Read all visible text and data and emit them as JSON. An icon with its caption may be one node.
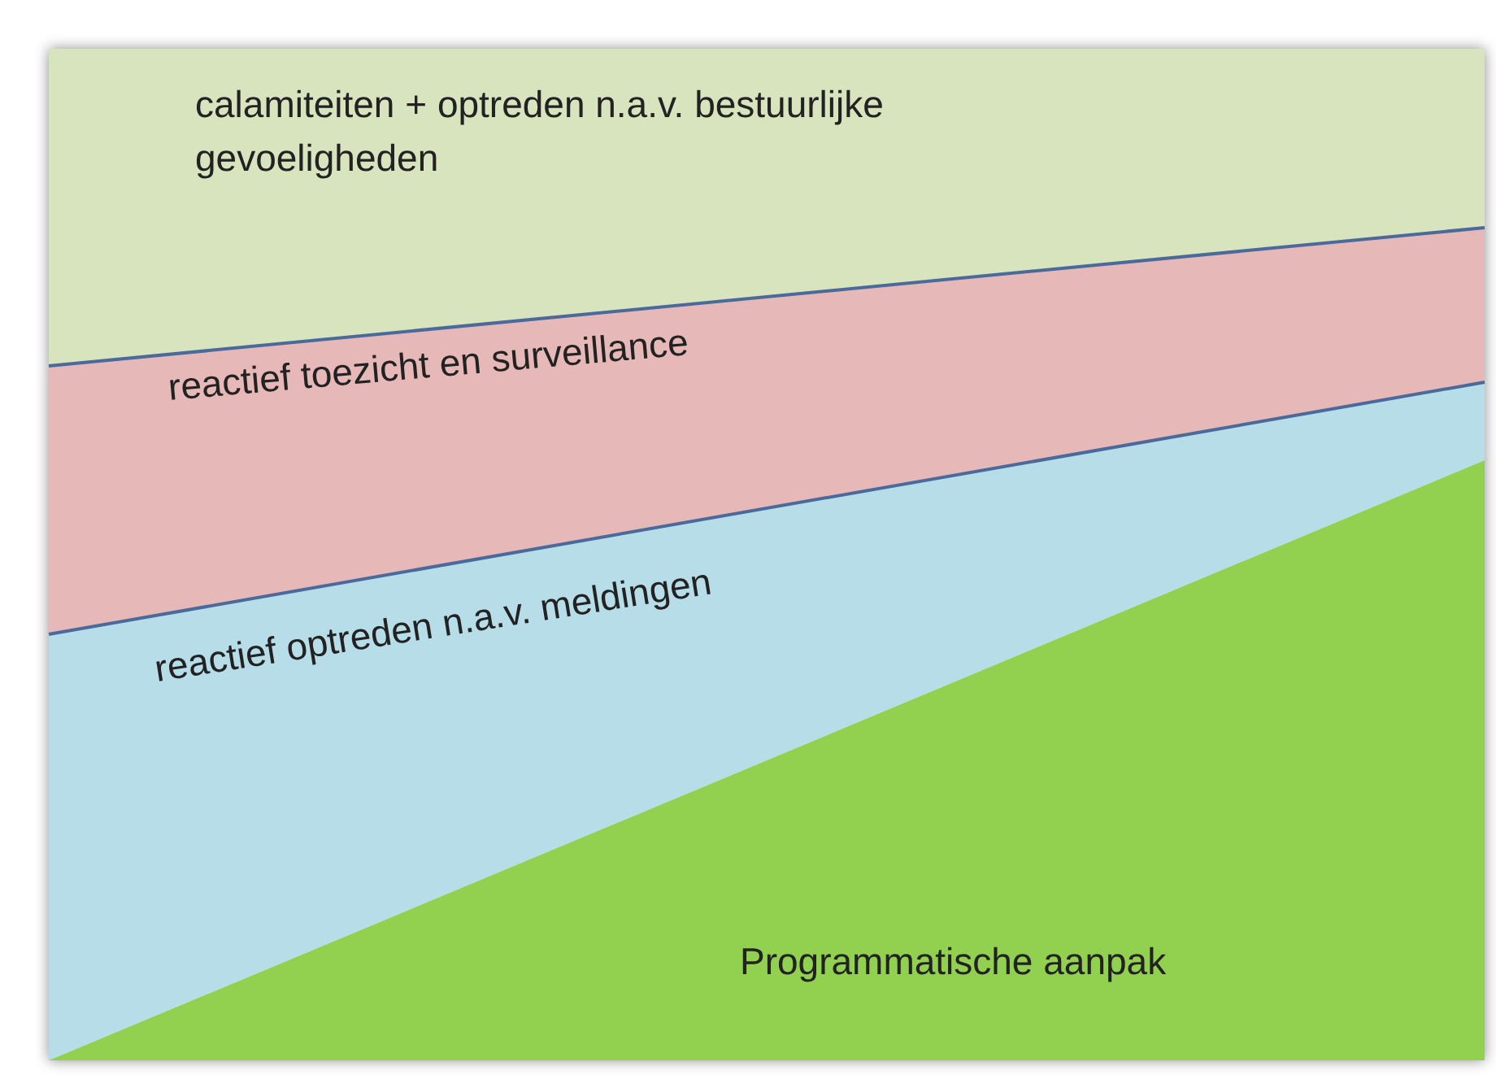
{
  "diagram": {
    "nodes": [
      {
        "text": [
          "calamiteiten + optreden n.a.v. bestuurlijke gevoeligheden"
        ]
      },
      {
        "text": [
          "reactief toezicht en surveillance"
        ]
      },
      {
        "text": [
          "reactief optreden n.a.v. meldingen"
        ]
      },
      {
        "text": [
          "Programmatische aanpak"
        ]
      }
    ],
    "edges": []
  }
}
